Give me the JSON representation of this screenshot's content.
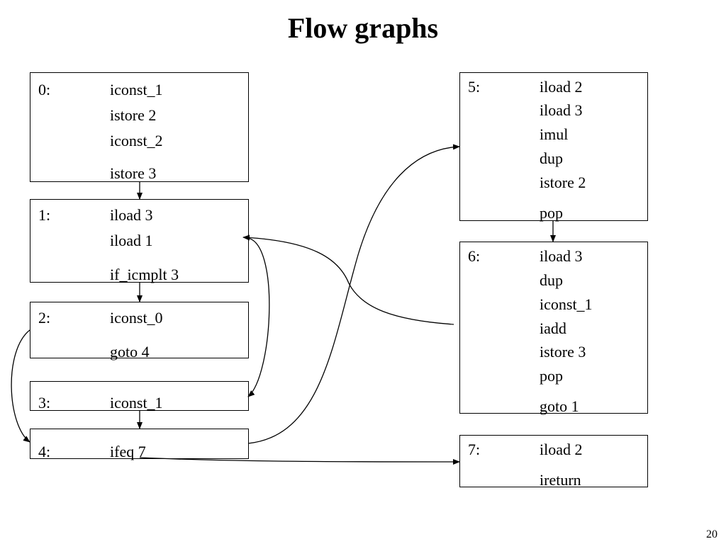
{
  "slide": {
    "title": "Flow graphs",
    "page_number": "20"
  },
  "blocks": [
    {
      "id": "0:",
      "instructions": [
        "iconst_1",
        "istore 2",
        "iconst_2",
        "istore 3"
      ]
    },
    {
      "id": "1:",
      "instructions": [
        "iload 3",
        "iload 1",
        "if_icmplt 3"
      ]
    },
    {
      "id": "2:",
      "instructions": [
        "iconst_0",
        "goto 4"
      ]
    },
    {
      "id": "3:",
      "instructions": [
        "iconst_1"
      ]
    },
    {
      "id": "4:",
      "instructions": [
        "ifeq 7"
      ]
    },
    {
      "id": "5:",
      "instructions": [
        "iload 2",
        "iload 3",
        "imul",
        "dup",
        "istore 2",
        "pop"
      ]
    },
    {
      "id": "6:",
      "instructions": [
        "iload 3",
        "dup",
        "iconst_1",
        "iadd",
        "istore 3",
        "pop",
        "goto 1"
      ]
    },
    {
      "id": "7:",
      "instructions": [
        "iload 2",
        "ireturn"
      ]
    }
  ],
  "edges": [
    {
      "from": "0",
      "to": "1"
    },
    {
      "from": "1",
      "to": "2"
    },
    {
      "from": "1",
      "to": "3"
    },
    {
      "from": "2",
      "to": "4"
    },
    {
      "from": "3",
      "to": "4"
    },
    {
      "from": "4",
      "to": "5"
    },
    {
      "from": "4",
      "to": "7"
    },
    {
      "from": "5",
      "to": "6"
    },
    {
      "from": "6",
      "to": "1"
    }
  ]
}
